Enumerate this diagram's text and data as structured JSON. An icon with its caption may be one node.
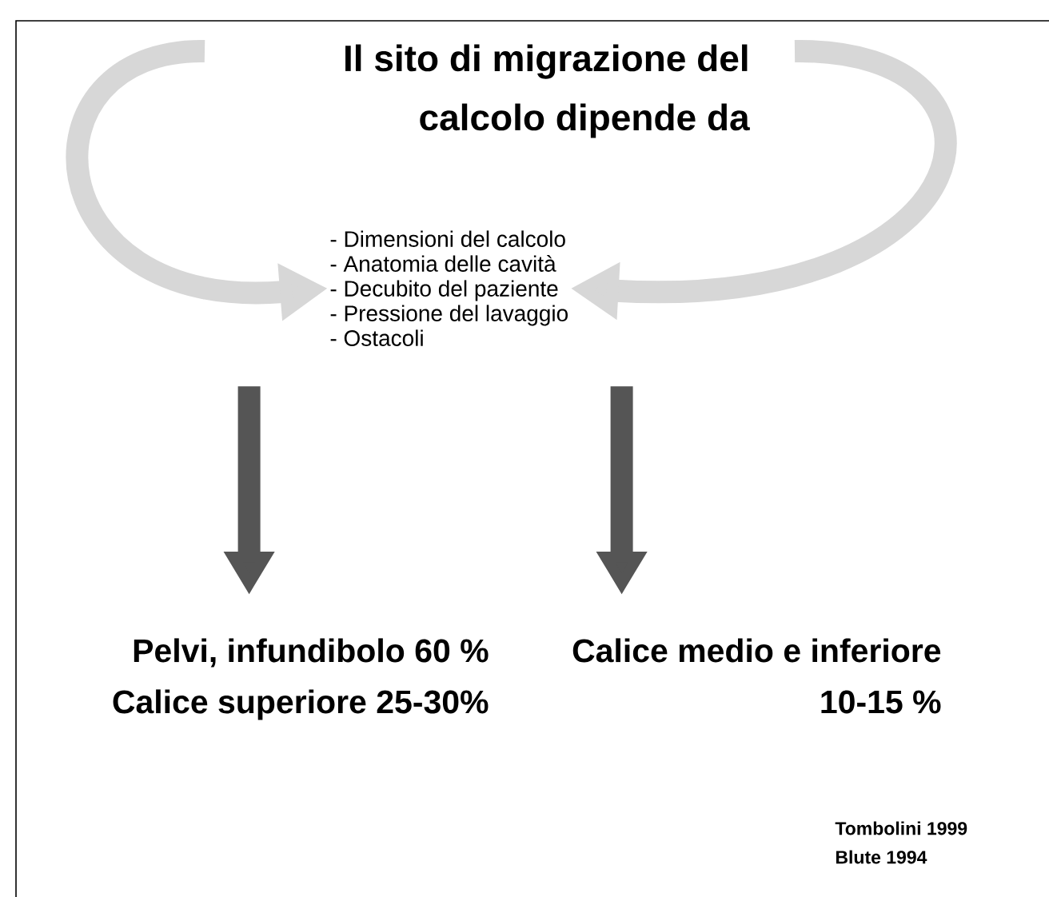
{
  "diagram": {
    "nodes": [
      {
        "text": [
          "Il sito di migrazione del calcolo dipende da"
        ]
      },
      {
        "text": [
          "- Dimensioni del calcolo",
          "- Anatomia delle cavità",
          "- Decubito del paziente",
          "- Pressione del lavaggio",
          "- Ostacoli"
        ]
      },
      {
        "text": [
          "Pelvi, infundibolo 60 %",
          "Calice superiore  25-30%"
        ]
      },
      {
        "text": [
          "Calice medio e inferiore 10-15 %"
        ]
      }
    ],
    "edges": [
      {
        "from": null,
        "to": 1,
        "arrow": "to",
        "color": "#d7d7d7"
      },
      {
        "from": null,
        "to": 1,
        "arrow": "to",
        "color": "#d7d7d7"
      },
      {
        "from": 1,
        "to": 2,
        "arrow": "to",
        "color": "#555555"
      },
      {
        "from": 1,
        "to": 3,
        "arrow": "to",
        "color": "#555555"
      }
    ],
    "labels": [
      "Tombolini 1999",
      "Blute 1994"
    ]
  }
}
